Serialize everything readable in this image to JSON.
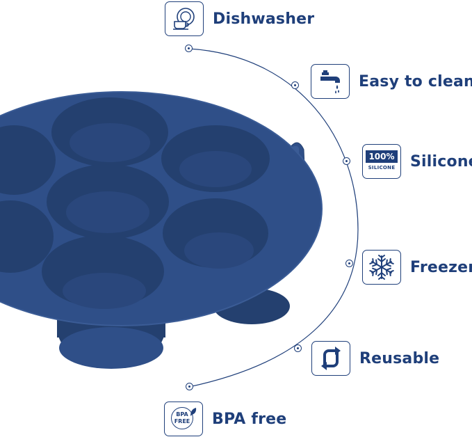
{
  "features": [
    {
      "id": "dishwasher",
      "label": "Dishwasher",
      "icon": "dishwasher-icon"
    },
    {
      "id": "easy-clean",
      "label": "Easy to clean",
      "icon": "faucet-icon"
    },
    {
      "id": "silicone",
      "label": "Silicone",
      "icon": "silicone-badge-icon",
      "badge_top": "100%",
      "badge_bottom": "SILICONE"
    },
    {
      "id": "freezer",
      "label": "Freezer",
      "icon": "snowflake-icon"
    },
    {
      "id": "reusable",
      "label": "Reusable",
      "icon": "recycle-arrows-icon"
    },
    {
      "id": "bpa",
      "label": "BPA free",
      "icon": "bpa-free-icon",
      "badge_line1": "BPA",
      "badge_line2": "FREE"
    }
  ],
  "colors": {
    "brand": "#1f3f7a",
    "tray": "#2f4f88",
    "tray_dark": "#24406f",
    "tray_shadow": "#1c335c"
  }
}
